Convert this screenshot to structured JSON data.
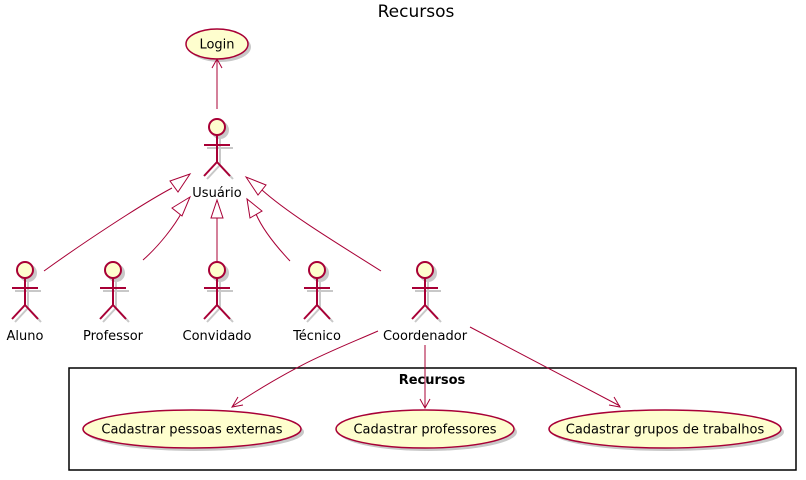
{
  "diagram": {
    "title": "Recursos",
    "colors": {
      "fill": "#FEFECE",
      "stroke": "#A80036",
      "shadow": "#C8C8C8"
    },
    "usecase_login": "Login",
    "actors": {
      "usuario": "Usuário",
      "aluno": "Aluno",
      "professor": "Professor",
      "convidado": "Convidado",
      "tecnico": "Técnico",
      "coordenador": "Coordenador"
    },
    "package": {
      "title": "Recursos",
      "usecases": [
        "Cadastrar pessoas externas",
        "Cadastrar professores",
        "Cadastrar grupos de trabalhos"
      ]
    }
  }
}
